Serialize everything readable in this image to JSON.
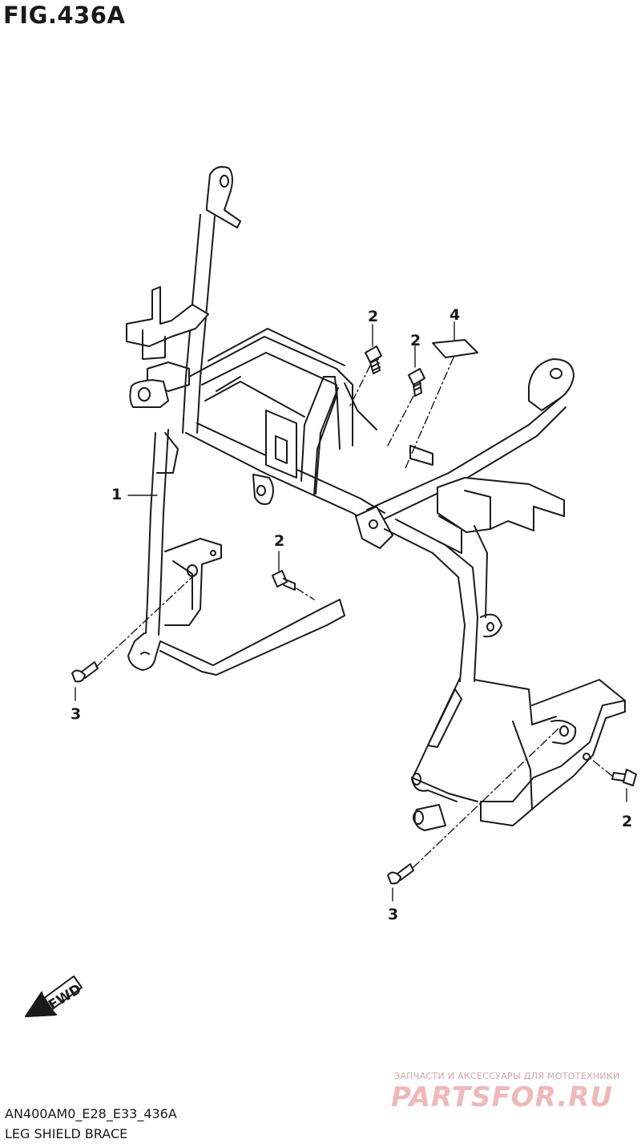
{
  "figure": {
    "title": "FIG.436A",
    "drawing_code": "AN400AM0_E28_E33_436A",
    "caption": "LEG SHIELD BRACE"
  },
  "callouts": [
    {
      "label": "1"
    },
    {
      "label": "2"
    },
    {
      "label": "2"
    },
    {
      "label": "2"
    },
    {
      "label": "2"
    },
    {
      "label": "3"
    },
    {
      "label": "3"
    },
    {
      "label": "4"
    }
  ],
  "fwd_arrow": {
    "label": "FWD"
  },
  "watermark": {
    "tagline": "ЗАПЧАСТИ И АКСЕССУАРЫ ДЛЯ МОТОТЕХНИКИ",
    "logo": "PARTSFOR.RU"
  }
}
